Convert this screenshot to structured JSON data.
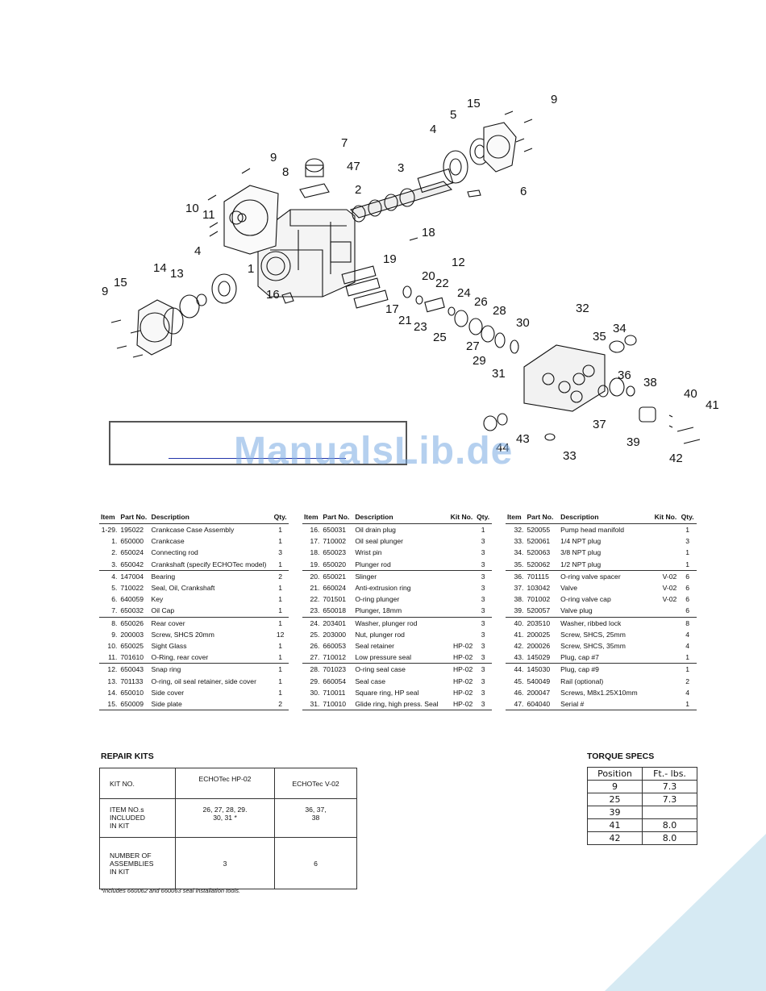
{
  "diagram": {
    "callouts": [
      "1",
      "2",
      "3",
      "4",
      "4",
      "5",
      "6",
      "7",
      "8",
      "9",
      "9",
      "9",
      "10",
      "11",
      "12",
      "13",
      "14",
      "15",
      "15",
      "16",
      "17",
      "18",
      "19",
      "20",
      "21",
      "22",
      "23",
      "24",
      "25",
      "26",
      "27",
      "28",
      "29",
      "30",
      "31",
      "32",
      "33",
      "34",
      "35",
      "36",
      "37",
      "38",
      "39",
      "40",
      "41",
      "42",
      "43",
      "44",
      "47"
    ]
  },
  "watermark": "ManualsLib.de",
  "parts_headers": {
    "item": "Item",
    "part_no": "Part No.",
    "description": "Description",
    "kit_no": "Kit No.",
    "qty": "Qty."
  },
  "parts_tables": [
    {
      "has_kit": false,
      "rows": [
        {
          "item": "1-29.",
          "part": "195022",
          "desc": "Crankcase Case Assembly",
          "kit": "",
          "qty": "1"
        },
        {
          "item": "1.",
          "part": "650000",
          "desc": "Crankcase",
          "kit": "",
          "qty": "1"
        },
        {
          "item": "2.",
          "part": "650024",
          "desc": "Connecting rod",
          "kit": "",
          "qty": "3"
        },
        {
          "item": "3.",
          "part": "650042",
          "desc": "Crankshaft (specify ECHOTec model)",
          "kit": "",
          "qty": "1",
          "sep": true
        },
        {
          "item": "4.",
          "part": "147004",
          "desc": "Bearing",
          "kit": "",
          "qty": "2"
        },
        {
          "item": "5.",
          "part": "710022",
          "desc": "Seal, Oil, Crankshaft",
          "kit": "",
          "qty": "1"
        },
        {
          "item": "6.",
          "part": "640059",
          "desc": "Key",
          "kit": "",
          "qty": "1"
        },
        {
          "item": "7.",
          "part": "650032",
          "desc": "Oil Cap",
          "kit": "",
          "qty": "1",
          "sep": true
        },
        {
          "item": "8.",
          "part": "650026",
          "desc": "Rear cover",
          "kit": "",
          "qty": "1"
        },
        {
          "item": "9.",
          "part": "200003",
          "desc": "Screw, SHCS 20mm",
          "kit": "",
          "qty": "12"
        },
        {
          "item": "10.",
          "part": "650025",
          "desc": "Sight Glass",
          "kit": "",
          "qty": "1"
        },
        {
          "item": "11.",
          "part": "701610",
          "desc": "O-Ring, rear cover",
          "kit": "",
          "qty": "1",
          "sep": true
        },
        {
          "item": "12.",
          "part": "650043",
          "desc": "Snap ring",
          "kit": "",
          "qty": "1"
        },
        {
          "item": "13.",
          "part": "701133",
          "desc": "O-ring, oil seal retainer, side cover",
          "kit": "",
          "qty": "1"
        },
        {
          "item": "14.",
          "part": "650010",
          "desc": "Side cover",
          "kit": "",
          "qty": "1"
        },
        {
          "item": "15.",
          "part": "650009",
          "desc": "Side plate",
          "kit": "",
          "qty": "2",
          "sep": true
        }
      ]
    },
    {
      "has_kit": true,
      "rows": [
        {
          "item": "16.",
          "part": "650031",
          "desc": "Oil drain plug",
          "kit": "",
          "qty": "1"
        },
        {
          "item": "17.",
          "part": "710002",
          "desc": "Oil seal plunger",
          "kit": "",
          "qty": "3"
        },
        {
          "item": "18.",
          "part": "650023",
          "desc": "Wrist pin",
          "kit": "",
          "qty": "3"
        },
        {
          "item": "19.",
          "part": "650020",
          "desc": "Plunger rod",
          "kit": "",
          "qty": "3",
          "sep": true
        },
        {
          "item": "20.",
          "part": "650021",
          "desc": "Slinger",
          "kit": "",
          "qty": "3"
        },
        {
          "item": "21.",
          "part": "660024",
          "desc": "Anti-extrusion ring",
          "kit": "",
          "qty": "3"
        },
        {
          "item": "22.",
          "part": "701501",
          "desc": "O-ring plunger",
          "kit": "",
          "qty": "3"
        },
        {
          "item": "23.",
          "part": "650018",
          "desc": "Plunger, 18mm",
          "kit": "",
          "qty": "3",
          "sep": true
        },
        {
          "item": "24.",
          "part": "203401",
          "desc": "Washer, plunger rod",
          "kit": "",
          "qty": "3"
        },
        {
          "item": "25.",
          "part": "203000",
          "desc": "Nut, plunger rod",
          "kit": "",
          "qty": "3"
        },
        {
          "item": "26.",
          "part": "660053",
          "desc": "Seal retainer",
          "kit": "HP-02",
          "qty": "3"
        },
        {
          "item": "27.",
          "part": "710012",
          "desc": "Low pressure seal",
          "kit": "HP-02",
          "qty": "3",
          "sep": true
        },
        {
          "item": "28.",
          "part": "701023",
          "desc": "O-ring seal case",
          "kit": "HP-02",
          "qty": "3"
        },
        {
          "item": "29.",
          "part": "660054",
          "desc": "Seal case",
          "kit": "HP-02",
          "qty": "3"
        },
        {
          "item": "30.",
          "part": "710011",
          "desc": "Square ring, HP seal",
          "kit": "HP-02",
          "qty": "3"
        },
        {
          "item": "31.",
          "part": "710010",
          "desc": "Glide ring, high press. Seal",
          "kit": "HP-02",
          "qty": "3",
          "sep": true
        }
      ]
    },
    {
      "has_kit": true,
      "rows": [
        {
          "item": "32.",
          "part": "520055",
          "desc": "Pump head manifold",
          "kit": "",
          "qty": "1"
        },
        {
          "item": "33.",
          "part": "520061",
          "desc": "1/4 NPT plug",
          "kit": "",
          "qty": "3"
        },
        {
          "item": "34.",
          "part": "520063",
          "desc": "3/8 NPT plug",
          "kit": "",
          "qty": "1"
        },
        {
          "item": "35.",
          "part": "520062",
          "desc": "1/2 NPT plug",
          "kit": "",
          "qty": "1",
          "sep": true
        },
        {
          "item": "36.",
          "part": "701115",
          "desc": "O-ring valve spacer",
          "kit": "V-02",
          "qty": "6"
        },
        {
          "item": "37.",
          "part": "103042",
          "desc": "Valve",
          "kit": "V-02",
          "qty": "6"
        },
        {
          "item": "38.",
          "part": "701002",
          "desc": "O-ring valve cap",
          "kit": "V-02",
          "qty": "6"
        },
        {
          "item": "39.",
          "part": "520057",
          "desc": "Valve plug",
          "kit": "",
          "qty": "6",
          "sep": true
        },
        {
          "item": "40.",
          "part": "203510",
          "desc": "Washer, ribbed lock",
          "kit": "",
          "qty": "8"
        },
        {
          "item": "41.",
          "part": "200025",
          "desc": "Screw, SHCS, 25mm",
          "kit": "",
          "qty": "4"
        },
        {
          "item": "42.",
          "part": "200026",
          "desc": "Screw, SHCS, 35mm",
          "kit": "",
          "qty": "4"
        },
        {
          "item": "43.",
          "part": "145029",
          "desc": "Plug, cap #7",
          "kit": "",
          "qty": "1",
          "sep": true
        },
        {
          "item": "44.",
          "part": "145030",
          "desc": "Plug, cap #9",
          "kit": "",
          "qty": "1"
        },
        {
          "item": "45.",
          "part": "540049",
          "desc": "Rail (optional)",
          "kit": "",
          "qty": "2"
        },
        {
          "item": "46.",
          "part": "200047",
          "desc": "Screws, M8x1.25X10mm",
          "kit": "",
          "qty": "4"
        },
        {
          "item": "47.",
          "part": "604040",
          "desc": "Serial #",
          "kit": "",
          "qty": "1",
          "sep": true
        }
      ]
    }
  ],
  "repair_kits": {
    "title": "REPAIR KITS",
    "kit_no_label": "KIT NO.",
    "kit_hp": "ECHOTec HP-02",
    "kit_v": "ECHOTec V-02",
    "items_label_1": "ITEM NO.s",
    "items_label_2": "INCLUDED",
    "items_label_3": "IN KIT",
    "hp_items_1": "26, 27, 28, 29.",
    "hp_items_2": "30, 31 *",
    "v_items_1": "36, 37,",
    "v_items_2": "38",
    "num_label_1": "NUMBER OF",
    "num_label_2": "ASSEMBLIES",
    "num_label_3": "IN KIT",
    "hp_count": "3",
    "v_count": "6",
    "footnote": "*Includes 660062 and 660063 seal installation tools."
  },
  "torque_specs": {
    "title": "TORQUE SPECS",
    "col_position": "Position",
    "col_ftlbs": "Ft.- lbs.",
    "rows": [
      {
        "pos": "9",
        "val": "7.3"
      },
      {
        "pos": "25",
        "val": "7.3"
      },
      {
        "pos": "39",
        "val": ""
      },
      {
        "pos": "41",
        "val": "8.0"
      },
      {
        "pos": "42",
        "val": "8.0"
      }
    ]
  },
  "colors": {
    "corner": "#d6eaf3",
    "watermark": "#78aae1"
  }
}
